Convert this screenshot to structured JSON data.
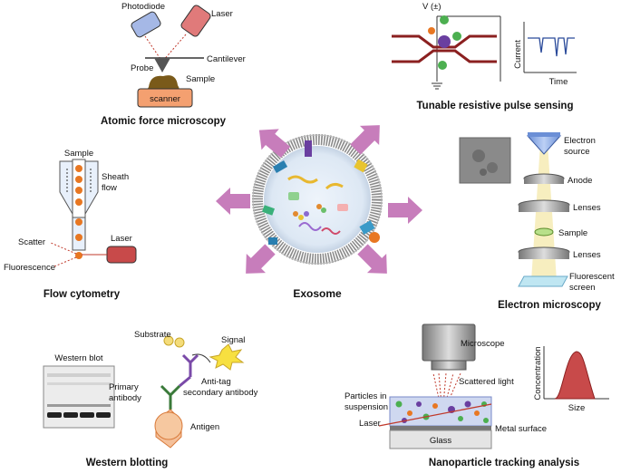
{
  "center": {
    "label": "Exosome"
  },
  "afm": {
    "title": "Atomic force microscopy",
    "photodiode": "Photodiode",
    "laser": "Laser",
    "cantilever": "Cantilever",
    "probe": "Probe",
    "sample": "Sample",
    "scanner": "scanner"
  },
  "trps": {
    "title": "Tunable resistive pulse sensing",
    "voltage": "V (±)",
    "y_axis": "Current",
    "x_axis": "Time"
  },
  "em": {
    "title": "Electron microscopy",
    "electron_source_1": "Electron",
    "electron_source_2": "source",
    "anode": "Anode",
    "lenses_top": "Lenses",
    "sample": "Sample",
    "lenses_bottom": "Lenses",
    "screen_1": "Fluorescent",
    "screen_2": "screen"
  },
  "flow": {
    "title": "Flow cytometry",
    "sample": "Sample",
    "sheath_1": "Sheath",
    "sheath_2": "flow",
    "scatter": "Scatter",
    "laser": "Laser",
    "fluorescence": "Fluorescence"
  },
  "wb": {
    "title": "Western blotting",
    "blot_label": "Western blot",
    "substrate": "Substrate",
    "signal": "Signal",
    "primary_1": "Primary",
    "primary_2": "antibody",
    "secondary_1": "Anti-tag",
    "secondary_2": "secondary antibody",
    "antigen": "Antigen"
  },
  "nta": {
    "title": "Nanoparticle tracking analysis",
    "microscope": "Microscope",
    "scattered": "Scattered light",
    "particles_1": "Particles in",
    "particles_2": "suspension",
    "laser": "Laser",
    "metal": "Metal surface",
    "glass": "Glass",
    "y_axis": "Concentration",
    "x_axis": "Size"
  },
  "colors": {
    "arrow": "#c77dbb",
    "laser": "#c0392b",
    "probe": "#8a8fd0",
    "scanner": "#f4a070",
    "sample": "#7a5a1a",
    "particle_green": "#4caf50",
    "particle_purple": "#6a3fa0",
    "orange": "#e87722"
  }
}
